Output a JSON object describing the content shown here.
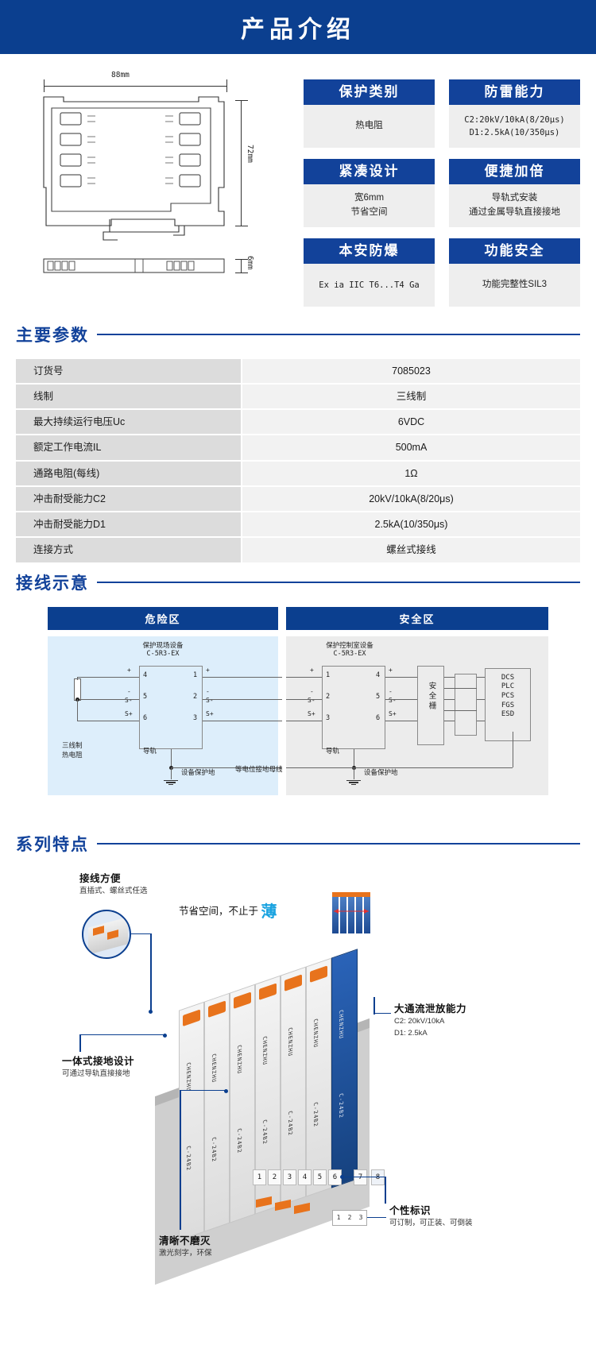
{
  "header": {
    "title": "产品介绍"
  },
  "drawing": {
    "width_label": "88mm",
    "height_label": "72mm",
    "depth_label": "6mm"
  },
  "features": [
    {
      "title": "保护类别",
      "lines": [
        "热电阻"
      ],
      "mono": false
    },
    {
      "title": "防雷能力",
      "lines": [
        "C2:20kV/10kA(8/20μs)",
        "D1:2.5kA(10/350μs)"
      ],
      "mono": true
    },
    {
      "title": "紧凑设计",
      "lines": [
        "宽6mm",
        "节省空间"
      ],
      "mono": false
    },
    {
      "title": "便捷加倍",
      "lines": [
        "导轨式安装",
        "通过金属导轨直接接地"
      ],
      "mono": false
    },
    {
      "title": "本安防爆",
      "lines": [
        "Ex ia IIC T6...T4 Ga"
      ],
      "mono": true
    },
    {
      "title": "功能安全",
      "lines": [
        "功能完整性SIL3"
      ],
      "mono": false
    }
  ],
  "params_section": {
    "title": "主要参数"
  },
  "params": [
    {
      "key": "订货号",
      "value": "7085023"
    },
    {
      "key": "线制",
      "value": "三线制"
    },
    {
      "key": "最大持续运行电压Uc",
      "value": "6VDC"
    },
    {
      "key": "额定工作电流IL",
      "value": "500mA"
    },
    {
      "key": "通路电阻(每线)",
      "value": "1Ω"
    },
    {
      "key": "冲击耐受能力C2",
      "value": "20kV/10kA(8/20μs)"
    },
    {
      "key": "冲击耐受能力D1",
      "value": "2.5kA(10/350μs)"
    },
    {
      "key": "连接方式",
      "value": "螺丝式接线"
    }
  ],
  "wiring_section": {
    "title": "接线示意"
  },
  "wiring": {
    "hazard": {
      "zone_title": "危险区",
      "device_name": "保护现场设备",
      "device_model": "C-5R3-EX",
      "left_terminals": [
        "4",
        "5",
        "6"
      ],
      "right_terminals": [
        "1",
        "2",
        "3"
      ],
      "left_signs": [
        "+",
        "-",
        "S-",
        "S+"
      ],
      "right_signs": [
        "+",
        "-",
        "S-",
        "S+"
      ],
      "source_label": "三线制\n热电阻",
      "source_line1": "三线制",
      "source_line2": "热电阻",
      "rail_label": "导轨",
      "ground_label": "设备保护地",
      "bus_label": "等电位接地母线"
    },
    "safe": {
      "zone_title": "安全区",
      "device_name": "保护控制室设备",
      "device_model": "C-5R3-EX",
      "left_terminals": [
        "1",
        "2",
        "3"
      ],
      "right_terminals": [
        "4",
        "5",
        "6"
      ],
      "left_signs": [
        "+",
        "-",
        "S-",
        "S+"
      ],
      "right_signs": [
        "+",
        "-",
        "S-",
        "S+"
      ],
      "barrier_label": "安全栅",
      "system_list": "DCS\nPLC\nPCS\nFGS\nESD",
      "system_items": [
        "DCS",
        "PLC",
        "PCS",
        "FGS",
        "ESD"
      ],
      "rail_label": "导轨",
      "ground_label": "设备保护地"
    }
  },
  "series_section": {
    "title": "系列特点"
  },
  "callouts": {
    "wiring_easy": {
      "title": "接线方便",
      "sub": "直插式、螺丝式任选"
    },
    "thin": {
      "text": "节省空间，不止于",
      "accent": "薄"
    },
    "discharge": {
      "title": "大通流泄放能力",
      "line1": "C2: 20kV/10kA",
      "line2": "D1: 2.5kA"
    },
    "grounding": {
      "title": "一体式接地设计",
      "sub": "可通过导轨直接接地"
    },
    "marking": {
      "title": "清晰不磨灭",
      "sub": "激光刻字，环保"
    },
    "identity": {
      "title": "个性标识",
      "sub": "可订制，可正装、可倒装"
    }
  },
  "module": {
    "brand": "CHENZHU",
    "model_label": "C-24B2",
    "blue_label": "C-24B2",
    "terminal_numbers": [
      "1",
      "2",
      "3",
      "4",
      "5",
      "6"
    ],
    "terminal_7": "7",
    "terminal_8": "8",
    "mark_digits": [
      "1",
      "2",
      "3"
    ]
  },
  "colors": {
    "brand_blue": "#0b3f8f",
    "head_blue": "#12429a",
    "hazard_bg": "#ddeefb",
    "safe_bg": "#ececec",
    "accent_cyan": "#1ba3e0",
    "orange": "#e8731c"
  }
}
